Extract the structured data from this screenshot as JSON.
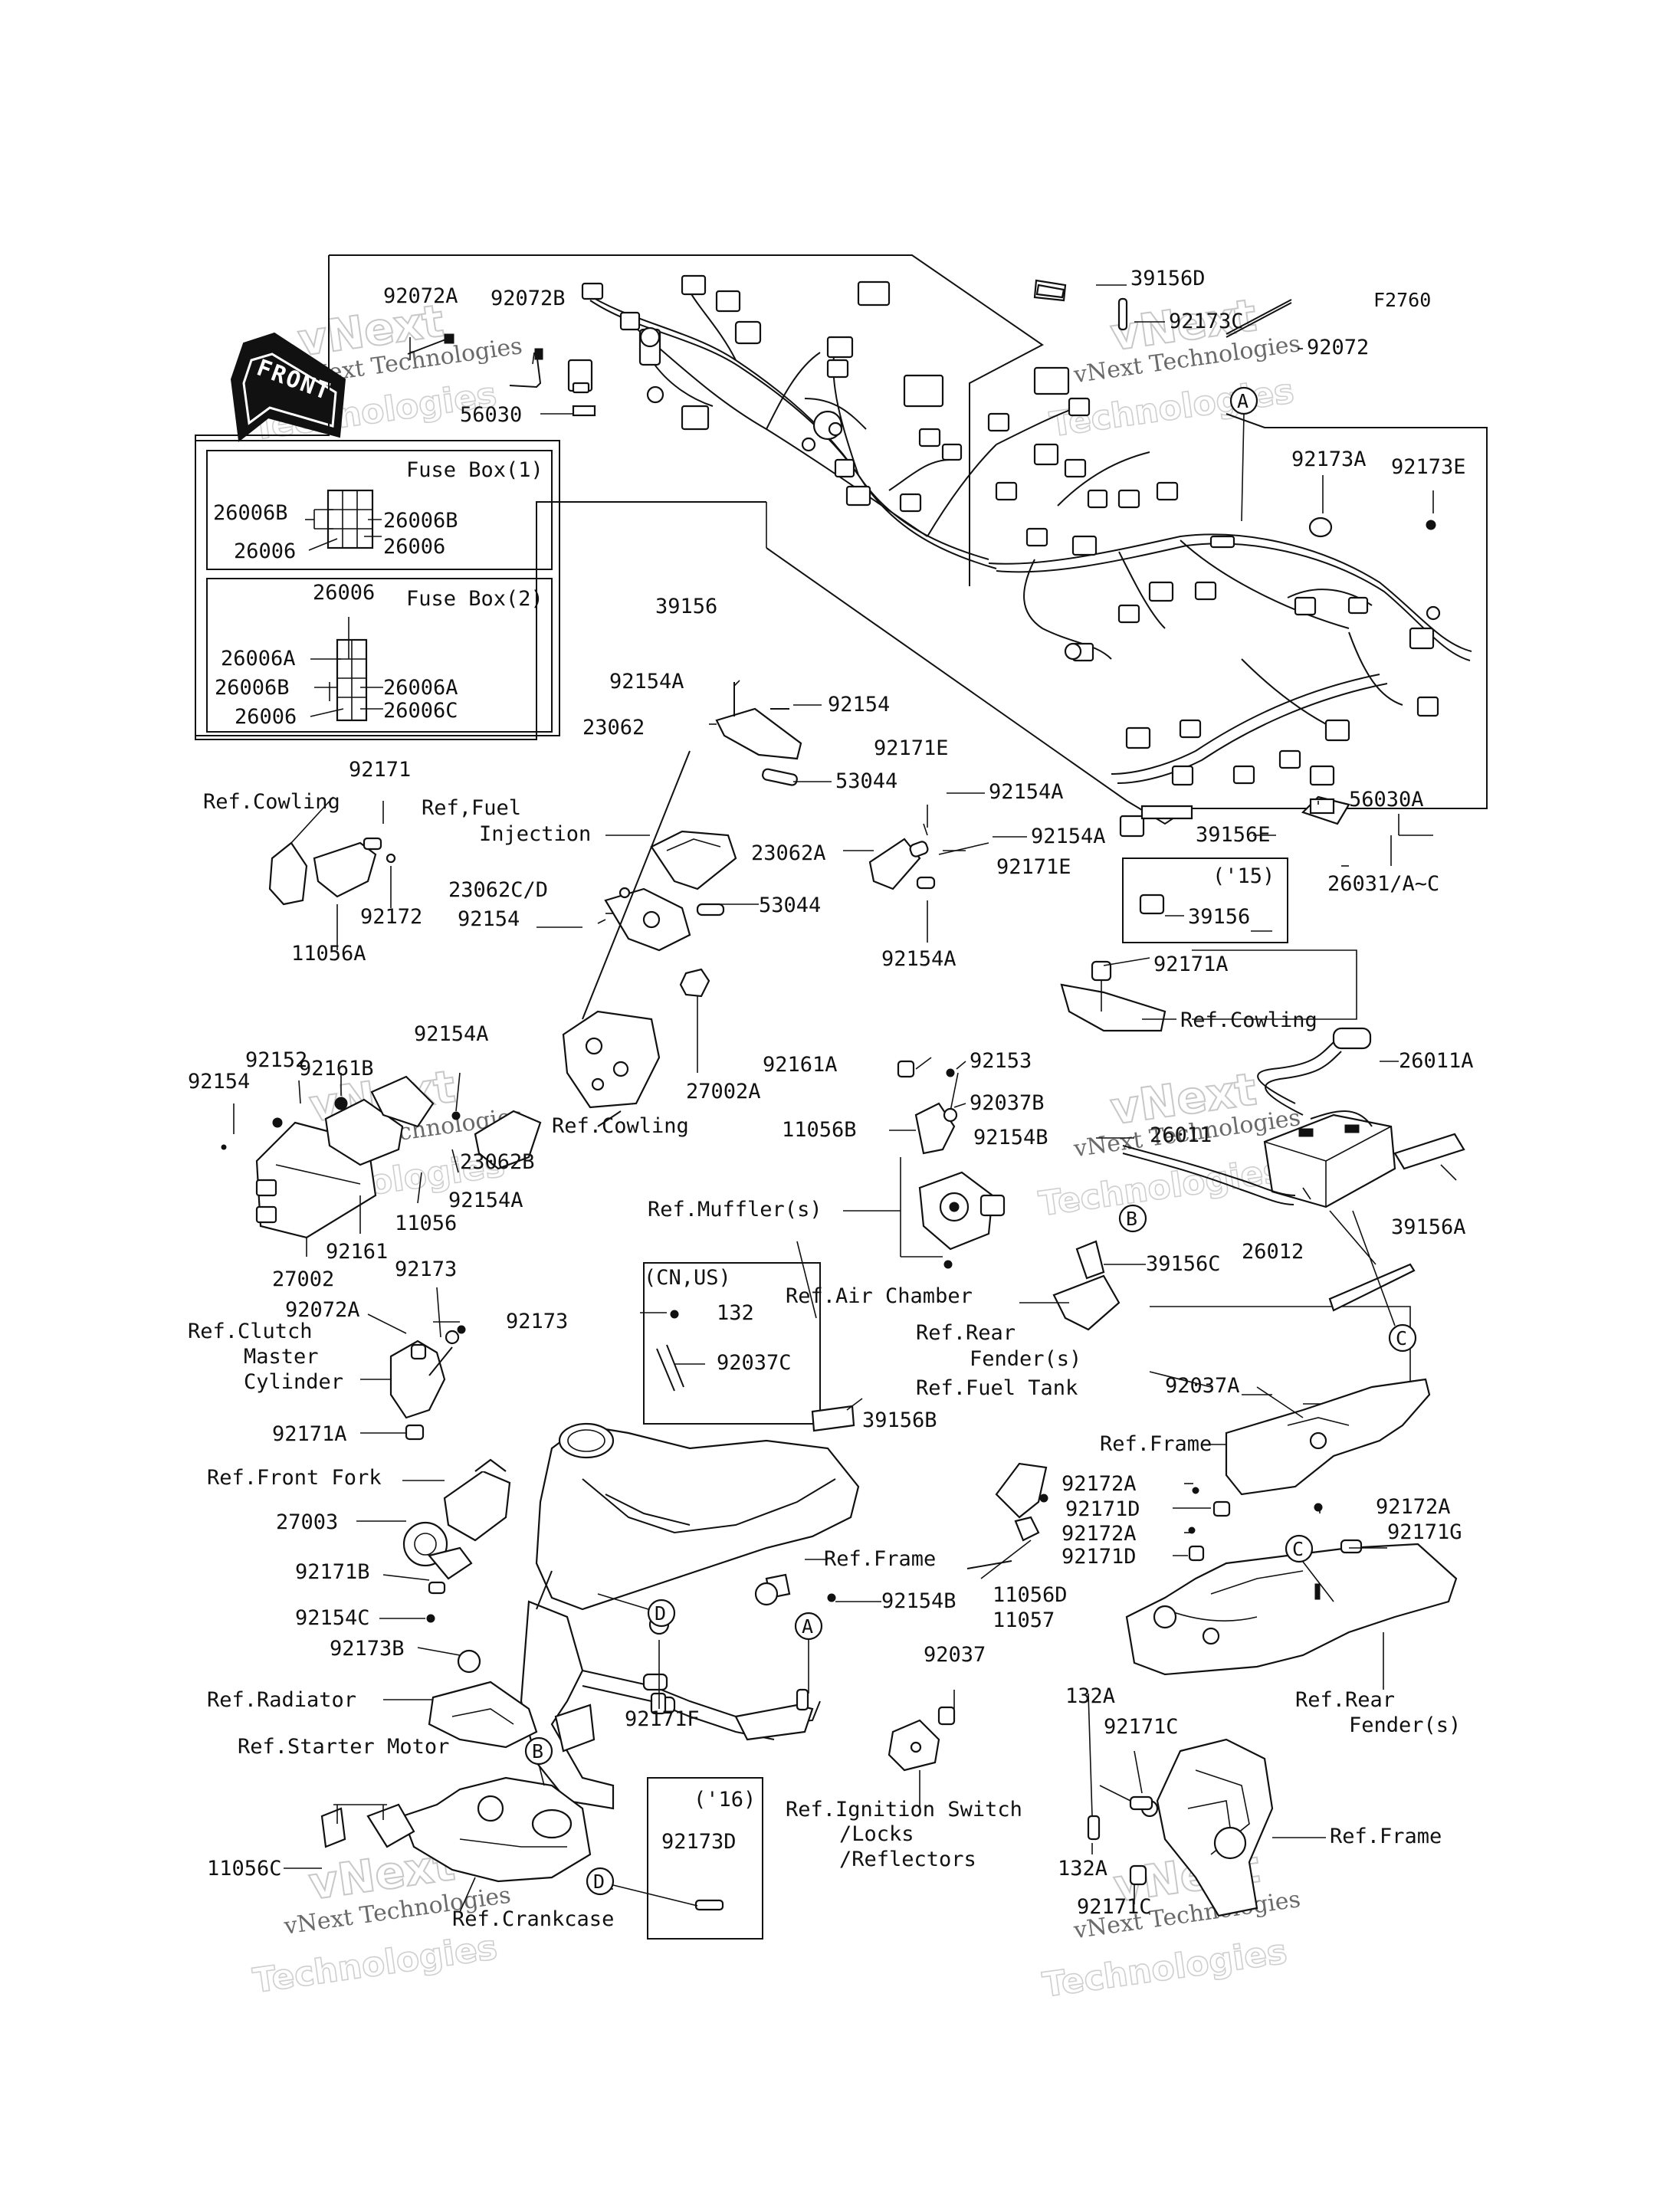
{
  "diagram_code": "F2760",
  "front_arrow_label": "FRONT",
  "watermark": {
    "line1": "vNext Technologies",
    "line2": "vNext",
    "line3": "Technologies"
  },
  "fuse_box_1": {
    "title": "Fuse Box(1)",
    "labels": [
      "26006B",
      "26006B",
      "26006",
      "26006"
    ]
  },
  "fuse_box_2": {
    "title": "Fuse Box(2)",
    "labels": [
      "26006",
      "26006A",
      "26006A",
      "26006B",
      "26006C",
      "26006"
    ]
  },
  "variant_boxes": {
    "cn_us": "(CN,US)",
    "y15": "('15)",
    "y16": "('16)"
  },
  "callout_letters": [
    "A",
    "A",
    "B",
    "B",
    "C",
    "C",
    "D",
    "D"
  ],
  "labels": {
    "l92072A": "92072A",
    "l92072B": "92072B",
    "l56030": "56030",
    "l39156D": "39156D",
    "l92173C": "92173C",
    "l92072": "92072",
    "l39156": "39156",
    "l92173A": "92173A",
    "l92173E": "92173E",
    "l92154A_1": "92154A",
    "l92154_1": "92154",
    "l23062": "23062",
    "l53044_1": "53044",
    "l92171E_1": "92171E",
    "l92154A_2": "92154A",
    "l92154A_3": "92154A",
    "l23062A": "23062A",
    "l92171E_2": "92171E",
    "l92154A_4": "92154A",
    "l56030A": "56030A",
    "l39156E": "39156E",
    "l26031": "26031/A~C",
    "l39156_15": "39156",
    "l92171": "92171",
    "lRefCowling1": "Ref.Cowling",
    "l92172": "92172",
    "l11056A": "11056A",
    "lRefFuel1": "Ref,Fuel",
    "lRefFuel2": "Injection",
    "l23062CD": "23062C/D",
    "l92154_2": "92154",
    "l53044_2": "53044",
    "l27002A": "27002A",
    "l92171A_1": "92171A",
    "lRefCowling2": "Ref.Cowling",
    "l92161B": "92161B",
    "l92152": "92152",
    "l92154_3": "92154",
    "l92154A_5": "92154A",
    "l23062B": "23062B",
    "l92154A_6": "92154A",
    "l11056": "11056",
    "l92161": "92161",
    "l27002": "27002",
    "lRefCowling3": "Ref.Cowling",
    "l92161A": "92161A",
    "l92153": "92153",
    "l92037B": "92037B",
    "l11056B": "11056B",
    "l92154B_1": "92154B",
    "l26011": "26011",
    "l26011A": "26011A",
    "lRefMuffler": "Ref.Muffler(s)",
    "l39156A": "39156A",
    "l26012": "26012",
    "l39156C": "39156C",
    "lRefAir": "Ref.Air Chamber",
    "l92173_1": "92173",
    "l92072A_2": "92072A",
    "l92173_2": "92173",
    "lRefClutch1": "Ref.Clutch",
    "lRefClutch2": "Master",
    "lRefClutch3": "Cylinder",
    "l92171A_2": "92171A",
    "l132_1": "132",
    "l92037C": "92037C",
    "l39156B": "39156B",
    "lRefRearF1": "Ref.Rear",
    "lRefRearF2": "Fender(s)",
    "l92037A": "92037A",
    "lRefFuelTank": "Ref.Fuel Tank",
    "lRefFrontFork": "Ref.Front Fork",
    "l27003": "27003",
    "lRefFrame1": "Ref.Frame",
    "l92172A_1": "92172A",
    "l92171D_1": "92171D",
    "l92172A_2": "92172A",
    "l92171D_2": "92171D",
    "l92172A_3": "92172A",
    "l92171G": "92171G",
    "lRefFrame2": "Ref.Frame",
    "l92171B": "92171B",
    "l92154C": "92154C",
    "l92154B_2": "92154B",
    "l11056D": "11056D",
    "l11057": "11057",
    "l92173B": "92173B",
    "lRefRadiator": "Ref.Radiator",
    "l92037": "92037",
    "lRefRearF3": "Ref.Rear",
    "lRefRearF4": "Fender(s)",
    "l92171F": "92171F",
    "lRefStarter": "Ref.Starter Motor",
    "l132A_1": "132A",
    "l92171C_1": "92171C",
    "lRefIgn1": "Ref.Ignition Switch",
    "lRefIgn2": "/Locks",
    "lRefIgn3": "/Reflectors",
    "lRefFrame3": "Ref.Frame",
    "l11056C": "11056C",
    "l132A_2": "132A",
    "l92173D": "92173D",
    "l92171C_2": "92171C",
    "lRefCrankcase": "Ref.Crankcase"
  }
}
